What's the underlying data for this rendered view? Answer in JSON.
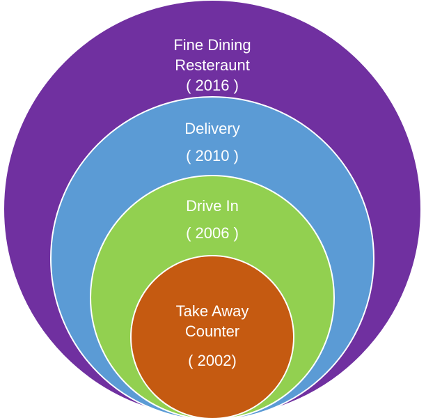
{
  "diagram": {
    "rings": [
      {
        "name_lines": [
          "Fine Dining",
          "Resteraunt"
        ],
        "year": "( 2016 )",
        "color": "#7030A0"
      },
      {
        "name_lines": [
          "Delivery"
        ],
        "year": "( 2010 )",
        "color": "#5B9BD5"
      },
      {
        "name_lines": [
          "Drive In"
        ],
        "year": "( 2006 )",
        "color": "#92D050"
      },
      {
        "name_lines": [
          "Take Away",
          "Counter"
        ],
        "year": "( 2002)",
        "color": "#C55A11"
      }
    ]
  }
}
